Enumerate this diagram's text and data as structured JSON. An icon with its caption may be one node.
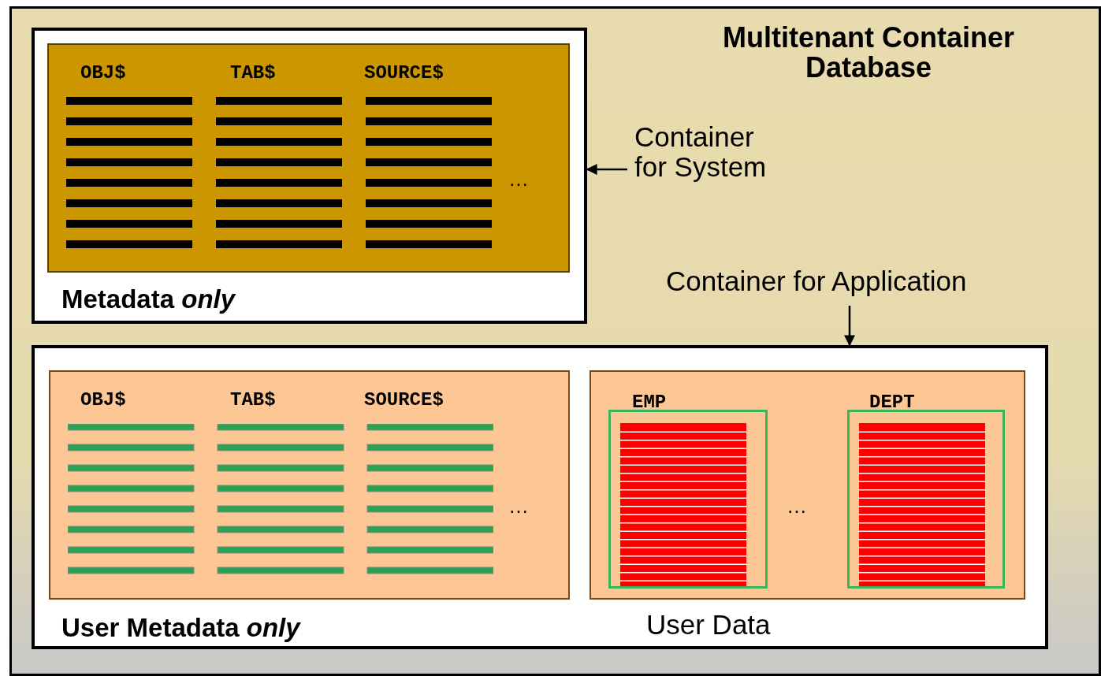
{
  "diagram": {
    "nodes": [
      {
        "text": [
          "Multitenant Container Database"
        ]
      },
      {
        "text": [
          "Metadata *only*"
        ],
        "in": 0
      },
      {
        "text": [
          "OBJ$",
          "TAB$",
          "SOURCE$",
          "…"
        ],
        "in": 1
      },
      {
        "text": [
          "Container for System"
        ],
        "in": 0
      },
      {
        "text": [
          "Container for Application"
        ],
        "in": 0
      },
      {
        "text": [
          "User Metadata *only*"
        ],
        "in": 0
      },
      {
        "text": [
          "OBJ$",
          "TAB$",
          "SOURCE$",
          "…"
        ],
        "in": 5
      },
      {
        "text": [
          "…"
        ],
        "in": 5,
        "beside": [
          "User Data"
        ]
      },
      {
        "text": [
          "EMP"
        ],
        "in": 7
      },
      {
        "text": [
          "DEPT"
        ],
        "in": 7
      }
    ],
    "edges": [
      {
        "from": 3,
        "to": 1,
        "arrow": "to"
      },
      {
        "from": 4,
        "to": 5,
        "arrow": "to"
      }
    ]
  }
}
